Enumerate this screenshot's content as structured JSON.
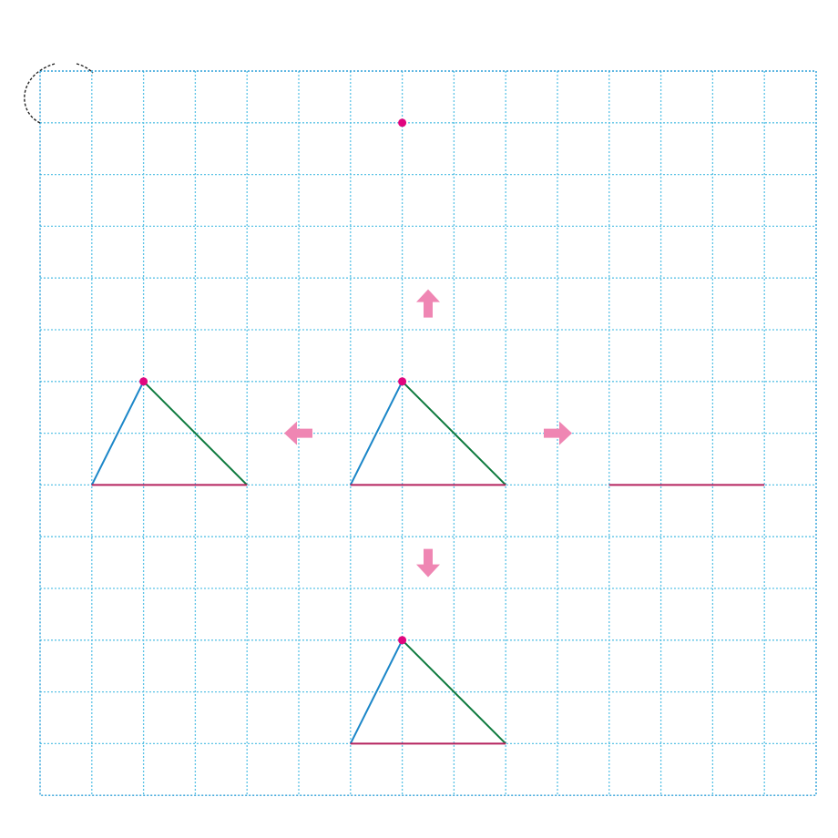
{
  "colors": {
    "grid": "#5cc3e6",
    "grid_border": "#2b9fd8",
    "point": "#e0067f",
    "edge_left": "#1a86c8",
    "edge_right": "#0e7a3e",
    "edge_base": "#b5235e",
    "arrow": "#ef86b3",
    "corner_mark": "#222222"
  },
  "grid": {
    "columns": 15,
    "rows": 14
  },
  "figures": [
    {
      "id": "center",
      "apex": [
        7,
        6
      ],
      "base": [
        [
          6,
          8
        ],
        [
          9,
          8
        ]
      ],
      "show_apex": true,
      "show_sides": true
    },
    {
      "id": "left",
      "apex": [
        2,
        6
      ],
      "base": [
        [
          1,
          8
        ],
        [
          4,
          8
        ]
      ],
      "show_apex": true,
      "show_sides": true
    },
    {
      "id": "right",
      "apex": null,
      "base": [
        [
          11,
          8
        ],
        [
          14,
          8
        ]
      ],
      "show_apex": false,
      "show_sides": false
    },
    {
      "id": "bottom",
      "apex": [
        7,
        11
      ],
      "base": [
        [
          6,
          13
        ],
        [
          9,
          13
        ]
      ],
      "show_apex": true,
      "show_sides": true
    },
    {
      "id": "top-point",
      "apex": [
        7,
        1
      ],
      "base": null,
      "show_apex": true,
      "show_sides": false
    }
  ],
  "arrows": [
    {
      "id": "up",
      "direction": "up",
      "at": [
        7.5,
        4.5
      ]
    },
    {
      "id": "down",
      "direction": "down",
      "at": [
        7.5,
        9.5
      ]
    },
    {
      "id": "left",
      "direction": "left",
      "at": [
        5,
        7
      ]
    },
    {
      "id": "right",
      "direction": "right",
      "at": [
        10,
        7
      ]
    }
  ],
  "icons": {
    "corner": "dashed-corner-arc-icon"
  }
}
